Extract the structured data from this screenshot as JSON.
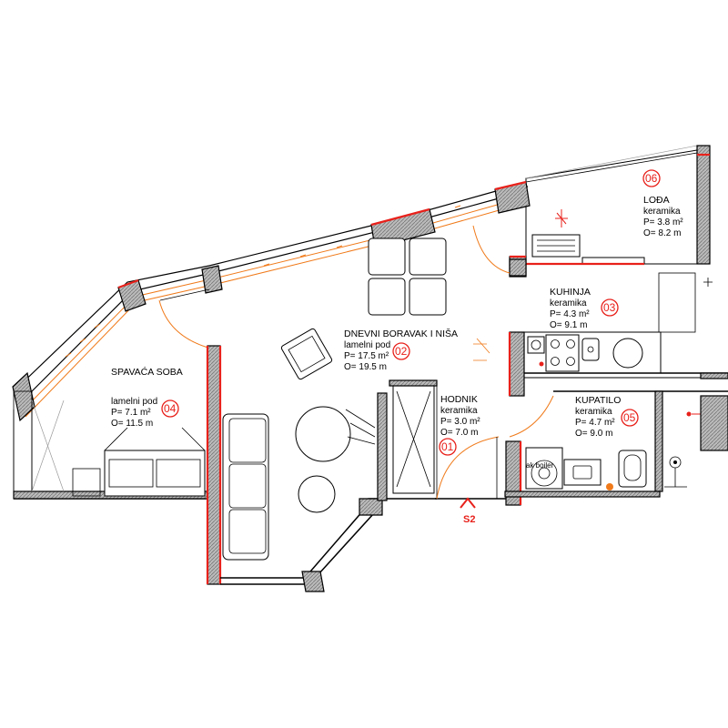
{
  "rooms": [
    {
      "id": "r04",
      "name": "SPAVAĆA SOBA",
      "floor": "lamelni pod",
      "area": "P= 7.1 m²",
      "perimeter": "O= 11.5 m",
      "number": "04"
    },
    {
      "id": "r02",
      "name": "DNEVNI BORAVAK I NIŠA",
      "floor": "lamelni pod",
      "area": "P= 17.5 m²",
      "perimeter": "O= 19.5 m",
      "number": "02"
    },
    {
      "id": "r01",
      "name": "HODNIK",
      "floor": "keramika",
      "area": "P= 3.0 m²",
      "perimeter": "O= 7.0 m",
      "number": "01"
    },
    {
      "id": "r03",
      "name": "KUHINJA",
      "floor": "keramika",
      "area": "P= 4.3 m²",
      "perimeter": "O= 9.1 m",
      "number": "03"
    },
    {
      "id": "r05",
      "name": "KUPATILO",
      "floor": "keramika",
      "area": "P= 4.7 m²",
      "perimeter": "O= 9.0 m",
      "number": "05"
    },
    {
      "id": "r06",
      "name": "LOĐA",
      "floor": "keramika",
      "area": "P= 3.8 m²",
      "perimeter": "O= 8.2 m",
      "number": "06"
    }
  ],
  "annotations": {
    "entrance": "S2",
    "boiler": "ak boiler"
  },
  "colors": {
    "wall_red": "#e8211b",
    "window_orange": "#f07a1a",
    "wall_black": "#000000"
  }
}
